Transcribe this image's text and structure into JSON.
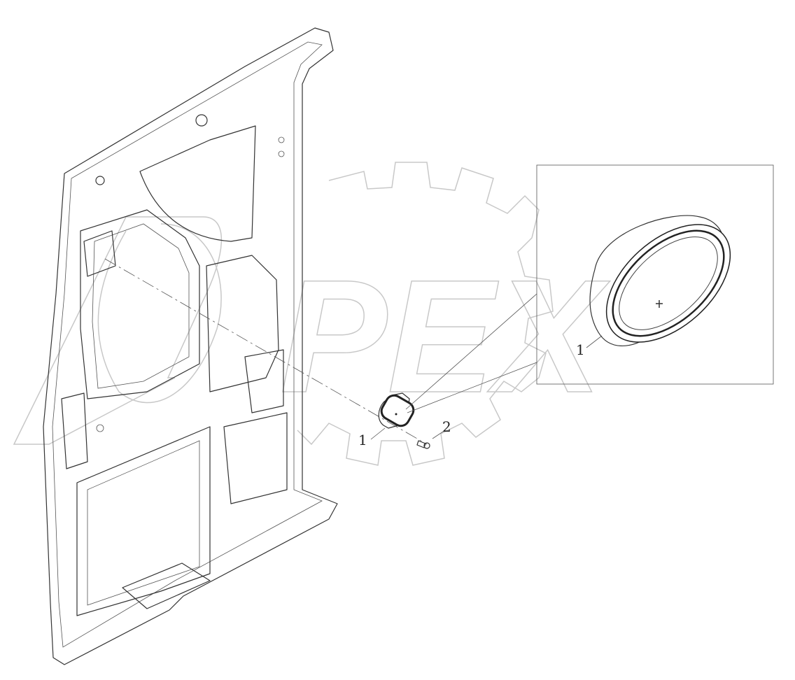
{
  "diagram": {
    "callouts": [
      {
        "part": "1",
        "label": "1"
      },
      {
        "part": "2",
        "label": "2"
      },
      {
        "part": "1-detail",
        "label": "1"
      }
    ],
    "watermark": "OPEX",
    "colors": {
      "line": "#333333",
      "watermark": "#c8c8c8",
      "background": "#ffffff"
    }
  }
}
